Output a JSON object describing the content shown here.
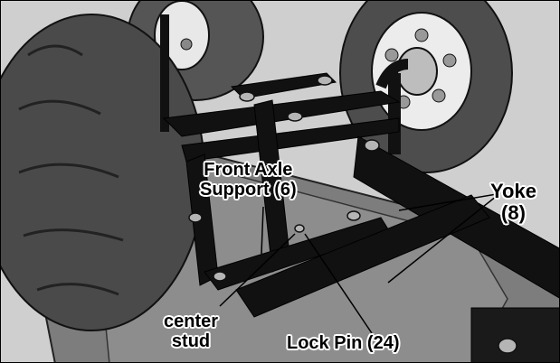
{
  "labels": {
    "front_axle_support": {
      "line1": "Front Axle",
      "line2": "Support (6)"
    },
    "yoke": {
      "line1": "Yoke",
      "line2": "(8)"
    },
    "center_stud": {
      "line1": "center",
      "line2": "stud"
    },
    "lock_pin": {
      "text": "Lock Pin (24)"
    }
  },
  "colors": {
    "background": "#cfcfcf",
    "tire": "#4a4a4a",
    "frame": "#111111",
    "tray": "#7a7a7a",
    "hub": "#e6e6e6"
  }
}
